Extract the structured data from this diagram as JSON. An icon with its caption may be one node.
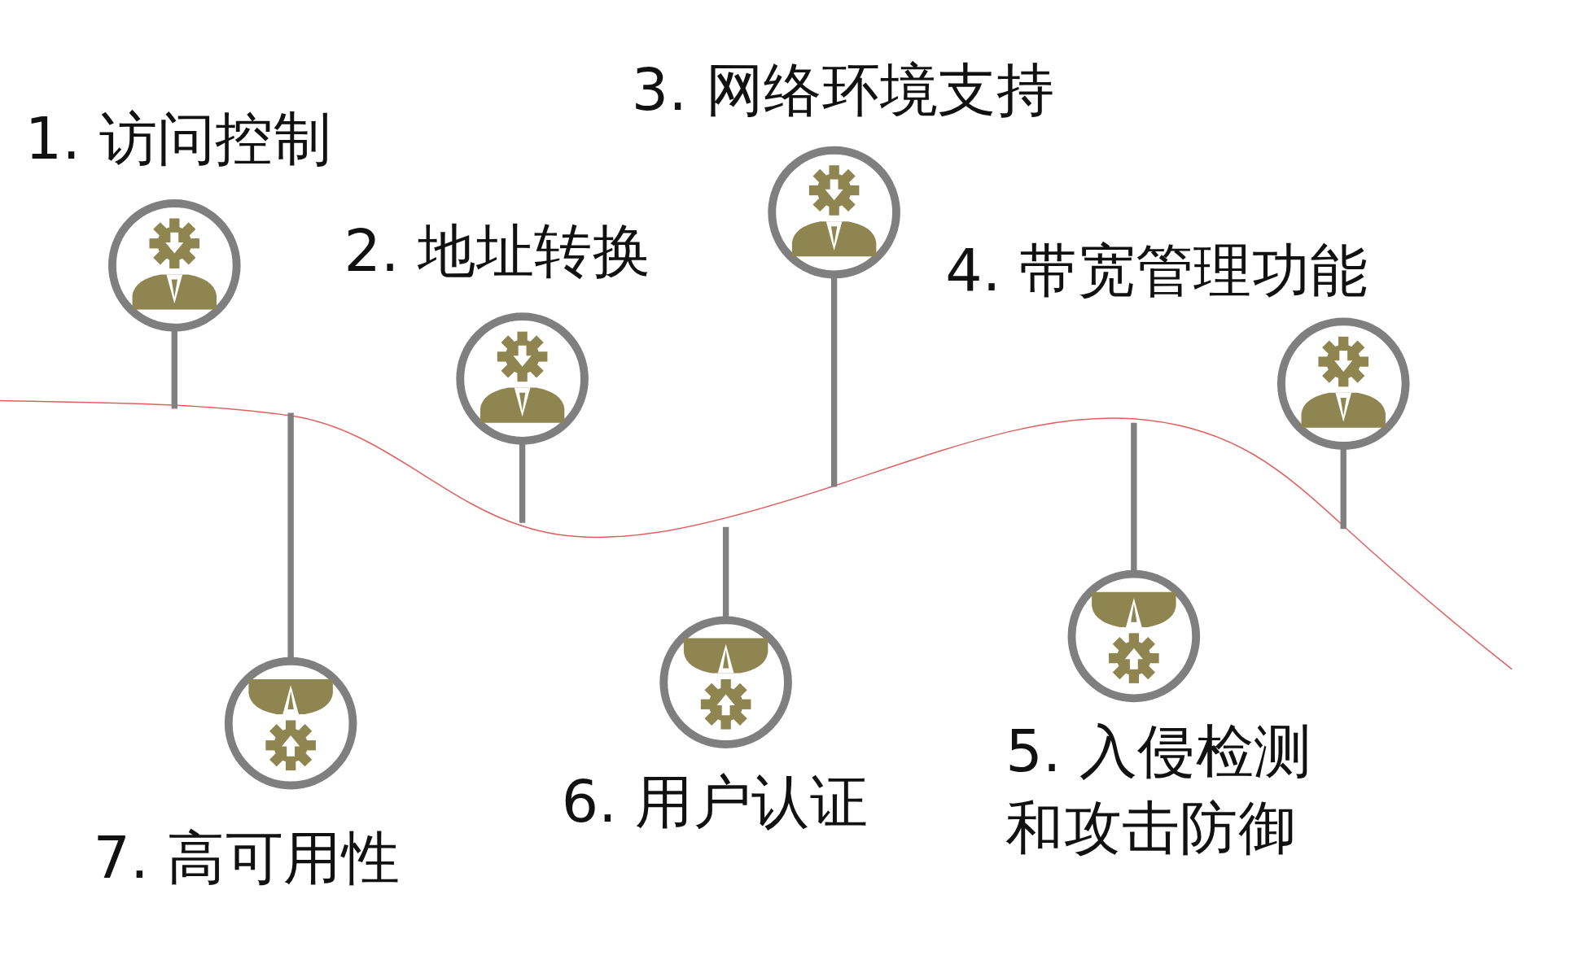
{
  "diagram": {
    "nodes": [
      {
        "text": [
          "1. 访问控制"
        ]
      },
      {
        "text": [
          "2. 地址转换"
        ]
      },
      {
        "text": [
          "3. 网络环境支持"
        ]
      },
      {
        "text": [
          "4. 带宽管理功能"
        ]
      },
      {
        "text": [
          "5. 入侵检测和攻击防御"
        ]
      },
      {
        "text": [
          "6. 用户认证"
        ]
      },
      {
        "text": [
          "7. 高可用性"
        ]
      }
    ]
  }
}
